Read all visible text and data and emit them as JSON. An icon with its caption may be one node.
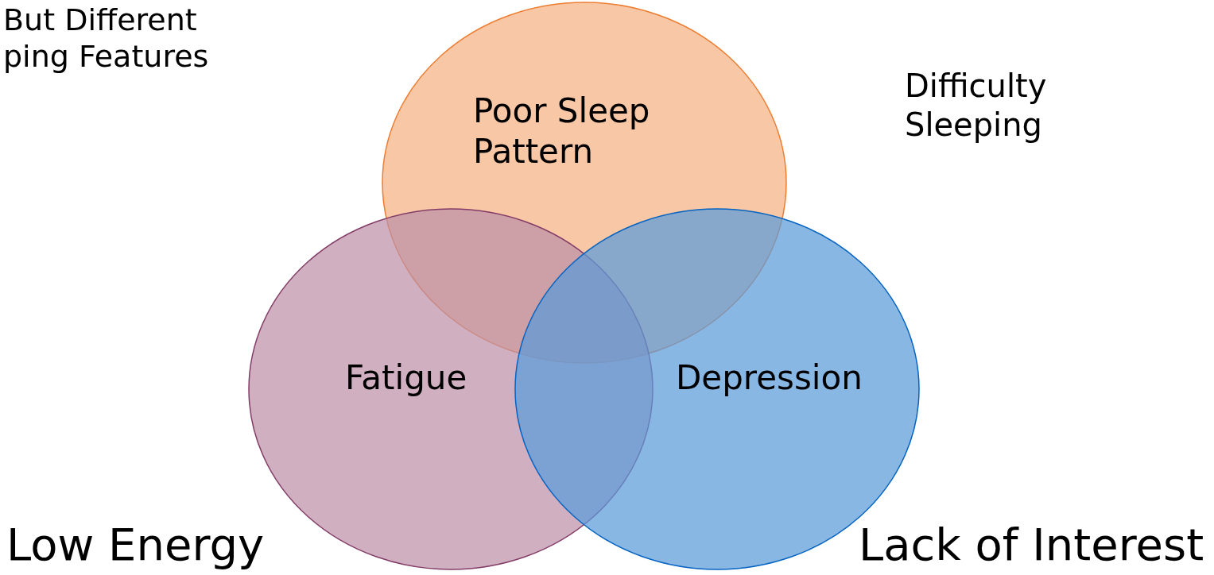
{
  "diagram": {
    "nodes": [
      {
        "text": [
          "Poor Sleep Pattern"
        ]
      },
      {
        "text": [
          "Fatigue"
        ]
      },
      {
        "text": [
          "Depression"
        ]
      }
    ],
    "labels": [
      "But Different ping Features",
      "Difficulty Sleeping",
      "Low Energy",
      "Lack of Interest"
    ]
  }
}
